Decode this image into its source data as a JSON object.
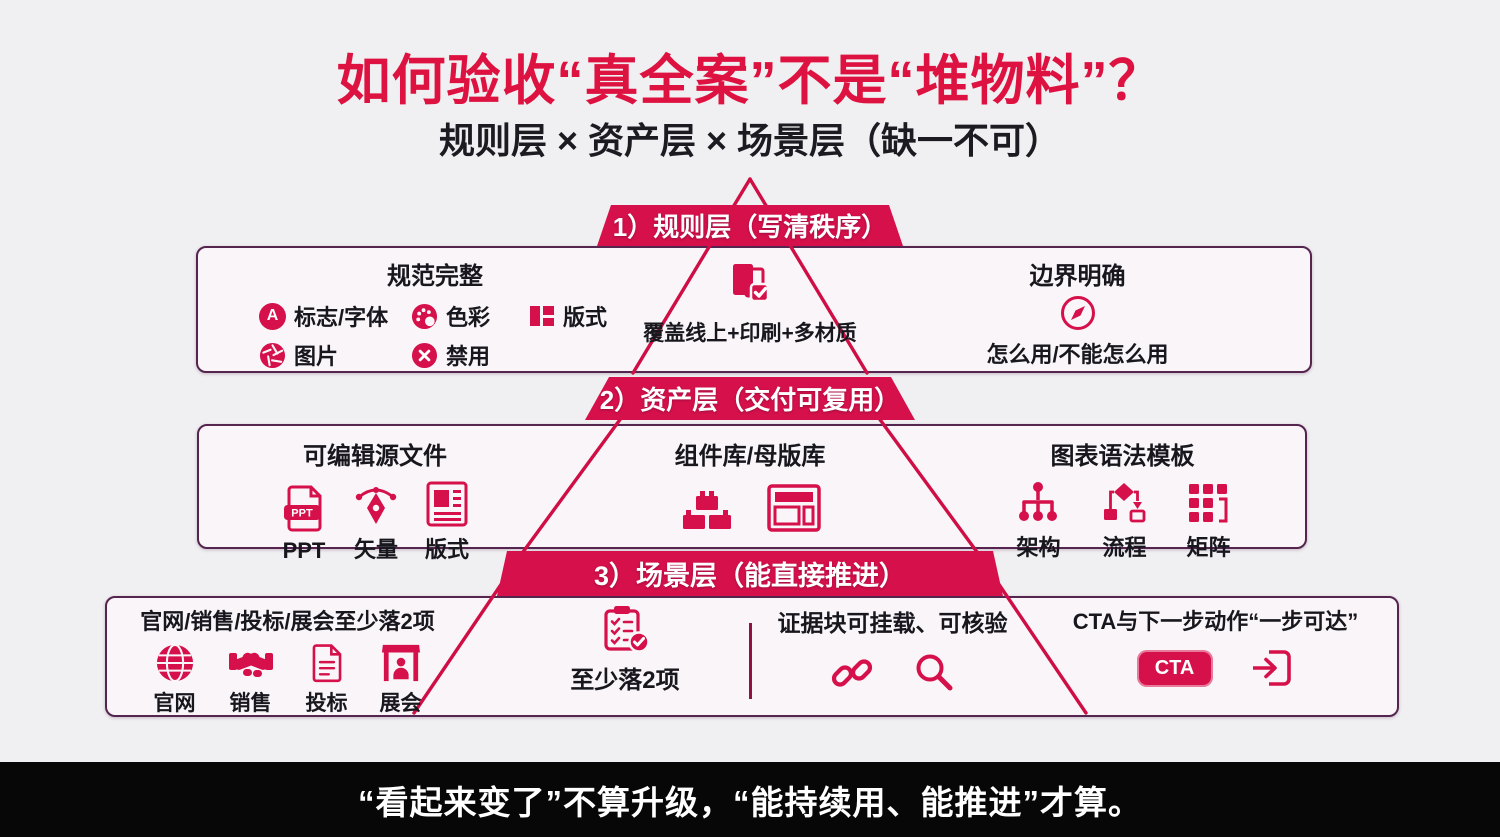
{
  "title": "如何验收“真全案”不是“堆物料”？",
  "subtitle": "规则层 × 资产层 × 场景层（缺一不可）",
  "footer": "“看起来变了”不算升级，“能持续用、能推进”才算。",
  "icon_text": {
    "letter_a": "A",
    "ppt": "PPT",
    "cta": "CTA"
  },
  "colors": {
    "accent": "#d5104a",
    "title_red": "#de1240",
    "box_fill": "#f9f5f8",
    "box_border": "#55244f",
    "background": "#f0eff1",
    "footer_bg": "#070707"
  },
  "layer1": {
    "banner": "1）规则层（写清秩序）",
    "left": {
      "title": "规范完整",
      "items": [
        {
          "icon": "letter-a-icon",
          "label": "标志/字体"
        },
        {
          "icon": "palette-icon",
          "label": "色彩"
        },
        {
          "icon": "layout-icon",
          "label": "版式"
        },
        {
          "icon": "aperture-icon",
          "label": "图片"
        },
        {
          "icon": "ban-icon",
          "label": "禁用"
        }
      ]
    },
    "middle": {
      "icon": "doc-check-icon",
      "label": "覆盖线上+印刷+多材质"
    },
    "right": {
      "title": "边界明确",
      "icon": "compass-icon",
      "label": "怎么用/不能怎么用"
    }
  },
  "layer2": {
    "banner": "2）资产层（交付可复用）",
    "left": {
      "title": "可编辑源文件",
      "items": [
        {
          "icon": "ppt-file-icon",
          "label": "PPT"
        },
        {
          "icon": "pen-tool-icon",
          "label": "矢量"
        },
        {
          "icon": "layout-doc-icon",
          "label": "版式"
        }
      ]
    },
    "middle": {
      "title": "组件库/母版库",
      "icons": [
        "bricks-icon",
        "window-icon"
      ]
    },
    "right": {
      "title": "图表语法模板",
      "items": [
        {
          "icon": "org-chart-icon",
          "label": "架构"
        },
        {
          "icon": "flowchart-icon",
          "label": "流程"
        },
        {
          "icon": "matrix-icon",
          "label": "矩阵"
        }
      ]
    }
  },
  "layer3": {
    "banner": "3）场景层（能直接推进）",
    "channels": {
      "title": "官网/销售/投标/展会至少落2项",
      "items": [
        {
          "icon": "globe-icon",
          "label": "官网"
        },
        {
          "icon": "handshake-icon",
          "label": "销售"
        },
        {
          "icon": "doc-icon",
          "label": "投标"
        },
        {
          "icon": "booth-icon",
          "label": "展会"
        }
      ]
    },
    "minimum": {
      "icon": "clipboard-check-icon",
      "label": "至少落2项"
    },
    "evidence": {
      "title": "证据块可挂载、可核验",
      "icons": [
        "link-icon",
        "magnifier-icon"
      ]
    },
    "cta": {
      "title": "CTA与下一步动作“一步可达”",
      "button_label": "CTA",
      "icon": "enter-icon"
    }
  }
}
